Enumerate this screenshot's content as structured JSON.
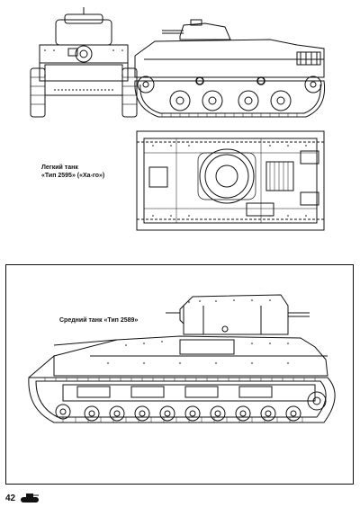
{
  "top": {
    "caption_line1": "Легкий танк",
    "caption_line2": "«Тип 2595» («Ха-го»)"
  },
  "bottom": {
    "caption": "Средний танк «Тип 2589»"
  },
  "footer": {
    "page_number": "42"
  }
}
